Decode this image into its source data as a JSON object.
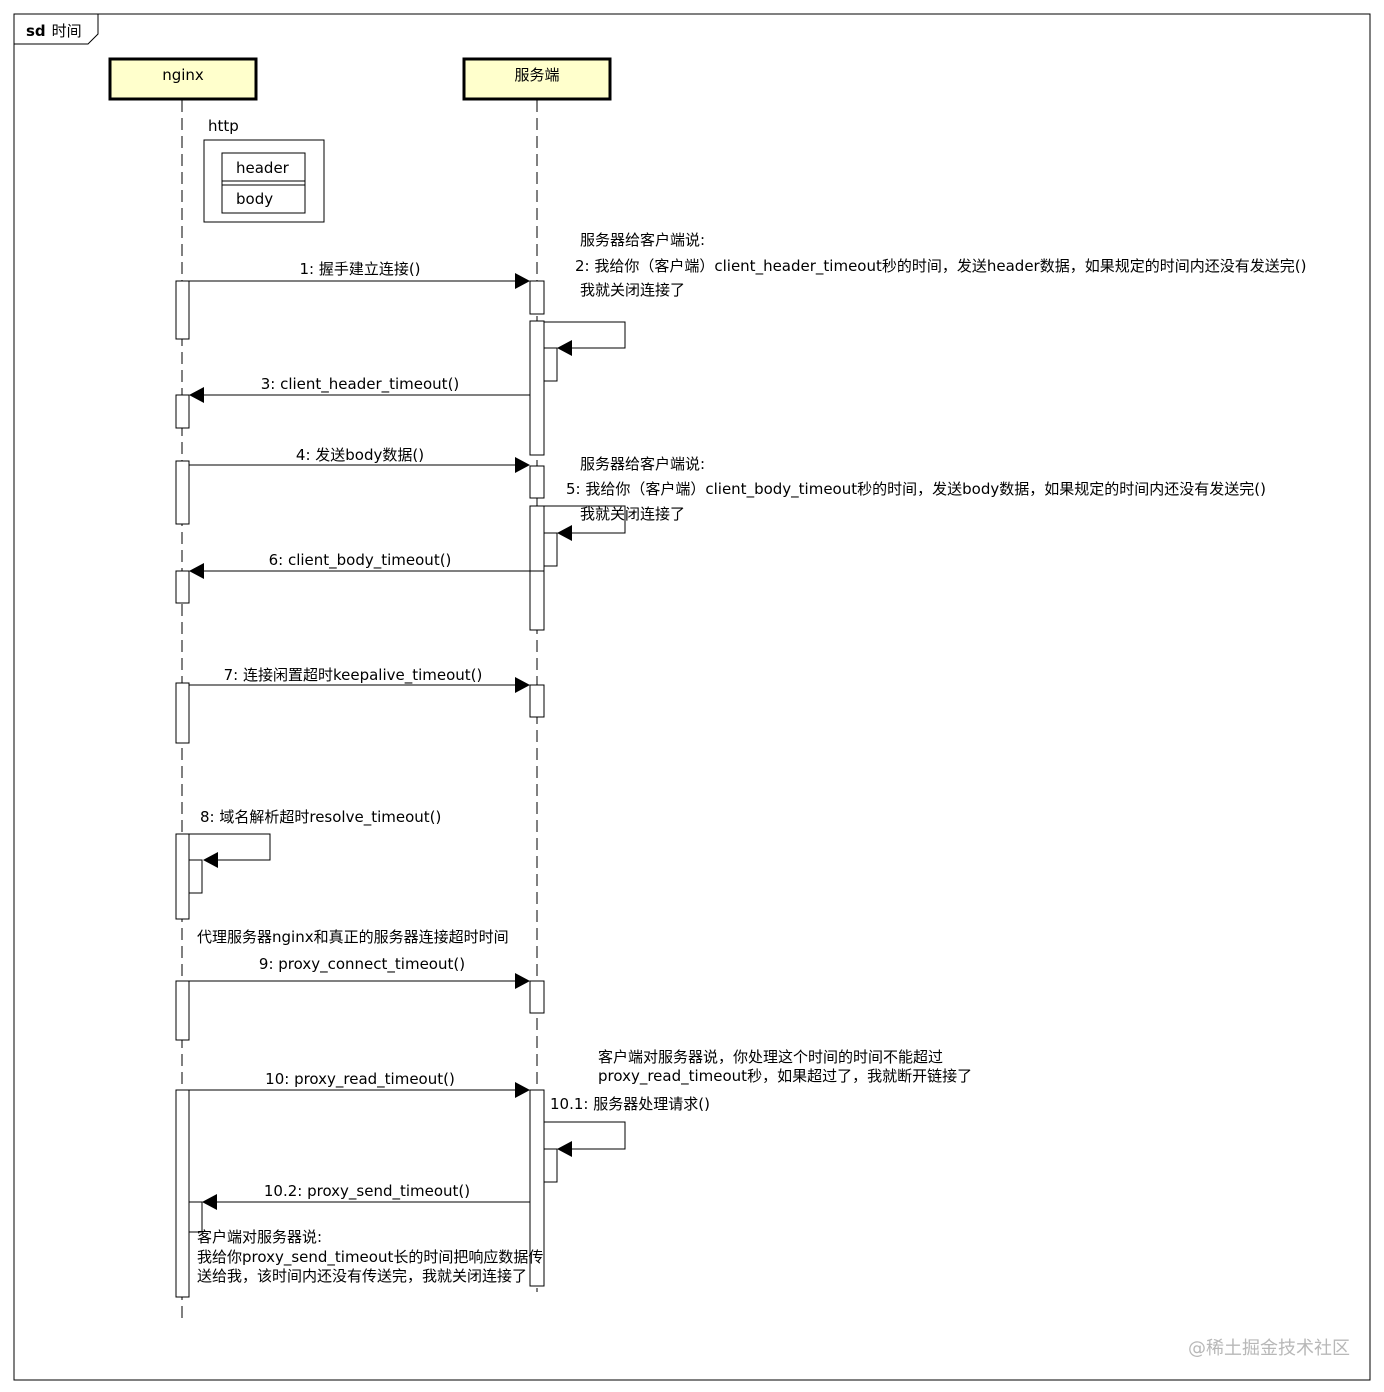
{
  "frame": {
    "keyword": "sd",
    "title": "时间"
  },
  "lifelines": [
    {
      "id": "nginx",
      "label": "nginx"
    },
    {
      "id": "server",
      "label": "服务端"
    }
  ],
  "http_packet": {
    "label": "http",
    "fields": [
      "header",
      "body"
    ]
  },
  "messages": {
    "m1": "1: 握手建立连接()",
    "m3": "3: client_header_timeout()",
    "m4": "4: 发送body数据()",
    "m6": "6: client_body_timeout()",
    "m7": "7: 连接闲置超时keepalive_timeout()",
    "m8": "8: 域名解析超时resolve_timeout()",
    "m9": "9: proxy_connect_timeout()",
    "m10": "10: proxy_read_timeout()",
    "m10_1": "10.1: 服务器处理请求()",
    "m10_2": "10.2: proxy_send_timeout()"
  },
  "notes": {
    "header_note": {
      "line1": "服务器给客户端说:",
      "line2": "2: 我给你（客户端）client_header_timeout秒的时间，发送header数据，如果规定的时间内还没有发送完()",
      "line3": "我就关闭连接了"
    },
    "body_note": {
      "line1": "服务器给客户端说:",
      "line2": "5: 我给你（客户端）client_body_timeout秒的时间，发送body数据，如果规定的时间内还没有发送完()",
      "line3": "我就关闭连接了"
    },
    "proxy_connect_note": "代理服务器nginx和真正的服务器连接超时时间",
    "proxy_read_note": {
      "line1": "客户端对服务器说，你处理这个时间的时间不能超过",
      "line2": "proxy_read_timeout秒，如果超过了，我就断开链接了"
    },
    "proxy_send_note": {
      "line1": "客户端对服务器说:",
      "line2": "我给你proxy_send_timeout长的时间把响应数据传",
      "line3": "送给我，该时间内还没有传送完，我就关闭连接了"
    }
  },
  "watermark": "@稀土掘金技术社区"
}
